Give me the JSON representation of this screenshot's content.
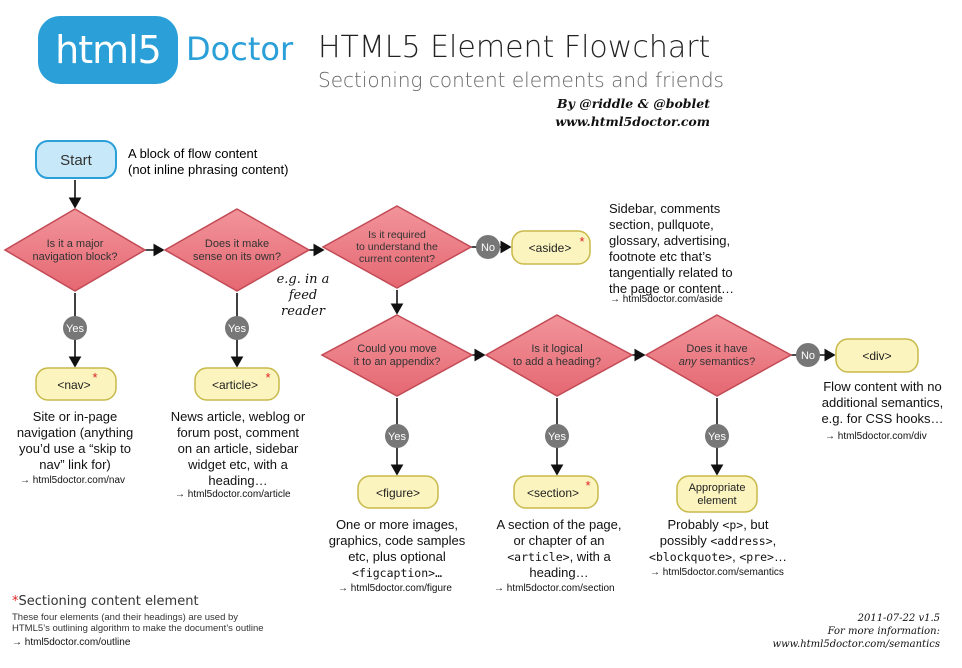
{
  "header": {
    "logo_mark": "html5",
    "logo_word": "Doctor",
    "title": "HTML5 Element Flowchart",
    "subtitle": "Sectioning content elements and friends",
    "credit_authors": "By @riddle & @boblet",
    "credit_site": "www.html5doctor.com"
  },
  "start": {
    "label": "Start",
    "note_line1": "A block of flow content",
    "note_line2": "(not inline phrasing content)"
  },
  "decisions": {
    "nav": {
      "line1": "Is it a major",
      "line2": "navigation block?"
    },
    "article": {
      "line1": "Does it make",
      "line2": "sense on its own?",
      "aside_line1": "e.g. in a",
      "aside_line2": "feed reader"
    },
    "aside": {
      "line1": "Is it required",
      "line2": "to understand the",
      "line3": "current content?"
    },
    "figure": {
      "line1": "Could you move",
      "line2": "it to an appendix?"
    },
    "section": {
      "line1": "Is it logical",
      "line2": "to add a heading?"
    },
    "div": {
      "line1": "Does it have",
      "line2_em": "any",
      "line2_rest": " semantics?"
    }
  },
  "answers": {
    "yes": "Yes",
    "no": "No"
  },
  "elements": {
    "nav": "<nav>",
    "article": "<article>",
    "aside": "<aside>",
    "figure": "<figure>",
    "section": "<section>",
    "appropriate_line1": "Appropriate",
    "appropriate_line2": "element",
    "div": "<div>",
    "star": "*"
  },
  "descriptions": {
    "nav": [
      "Site or in-page",
      "navigation (anything",
      "you’d use a “skip to",
      "nav” link for)"
    ],
    "article": [
      "News article, weblog or",
      "forum post, comment",
      "on an article, sidebar",
      "widget etc, with a",
      "heading…"
    ],
    "aside": [
      "Sidebar, comments",
      "section, pullquote,",
      "glossary, advertising,",
      "footnote etc that’s",
      "tangentially related to",
      "the page or content…"
    ],
    "figure": {
      "l1": "One or more images,",
      "l2": "graphics, code samples",
      "l3": "etc, plus optional",
      "l4": "<figcaption>…"
    },
    "section": {
      "l1": "A section of the page,",
      "l2": "or chapter of an",
      "l3_code": "<article>",
      "l3_rest": ", with a",
      "l4": "heading…"
    },
    "semantics": {
      "l1_pre": "Probably ",
      "l1_code": "<p>",
      "l1_post": ", but",
      "l2_pre": "possibly ",
      "l2_code": "<address>",
      "l2_post": ",",
      "l3_code1": "<blockquote>",
      "l3_mid": ", ",
      "l3_code2": "<pre>",
      "l3_post": "…"
    },
    "div": [
      "Flow content with no",
      "additional semantics,",
      "e.g. for CSS hooks…"
    ]
  },
  "links": {
    "nav": "→ html5doctor.com/nav",
    "article": "→ html5doctor.com/article",
    "aside": "→ html5doctor.com/aside",
    "figure": "→ html5doctor.com/figure",
    "section": "→ html5doctor.com/section",
    "semantics": "→ html5doctor.com/semantics",
    "div": "→ html5doctor.com/div",
    "outline": "→ html5doctor.com/outline"
  },
  "legend": {
    "star": "*",
    "title": "Sectioning content element",
    "line1": "These four elements (and their headings) are used by",
    "line2": "HTML5’s outlining algorithm to make the document’s outline"
  },
  "footer": {
    "version": "2011-07-22 v1.5",
    "more": "For more information:",
    "url": "www.html5doctor.com/semantics"
  },
  "colors": {
    "brand_blue": "#2a9fd8",
    "decision_red": "#e8707a",
    "element_yellow": "#fbf4bf",
    "start_blue": "#c7e8f8",
    "answer_grey": "#777777"
  }
}
